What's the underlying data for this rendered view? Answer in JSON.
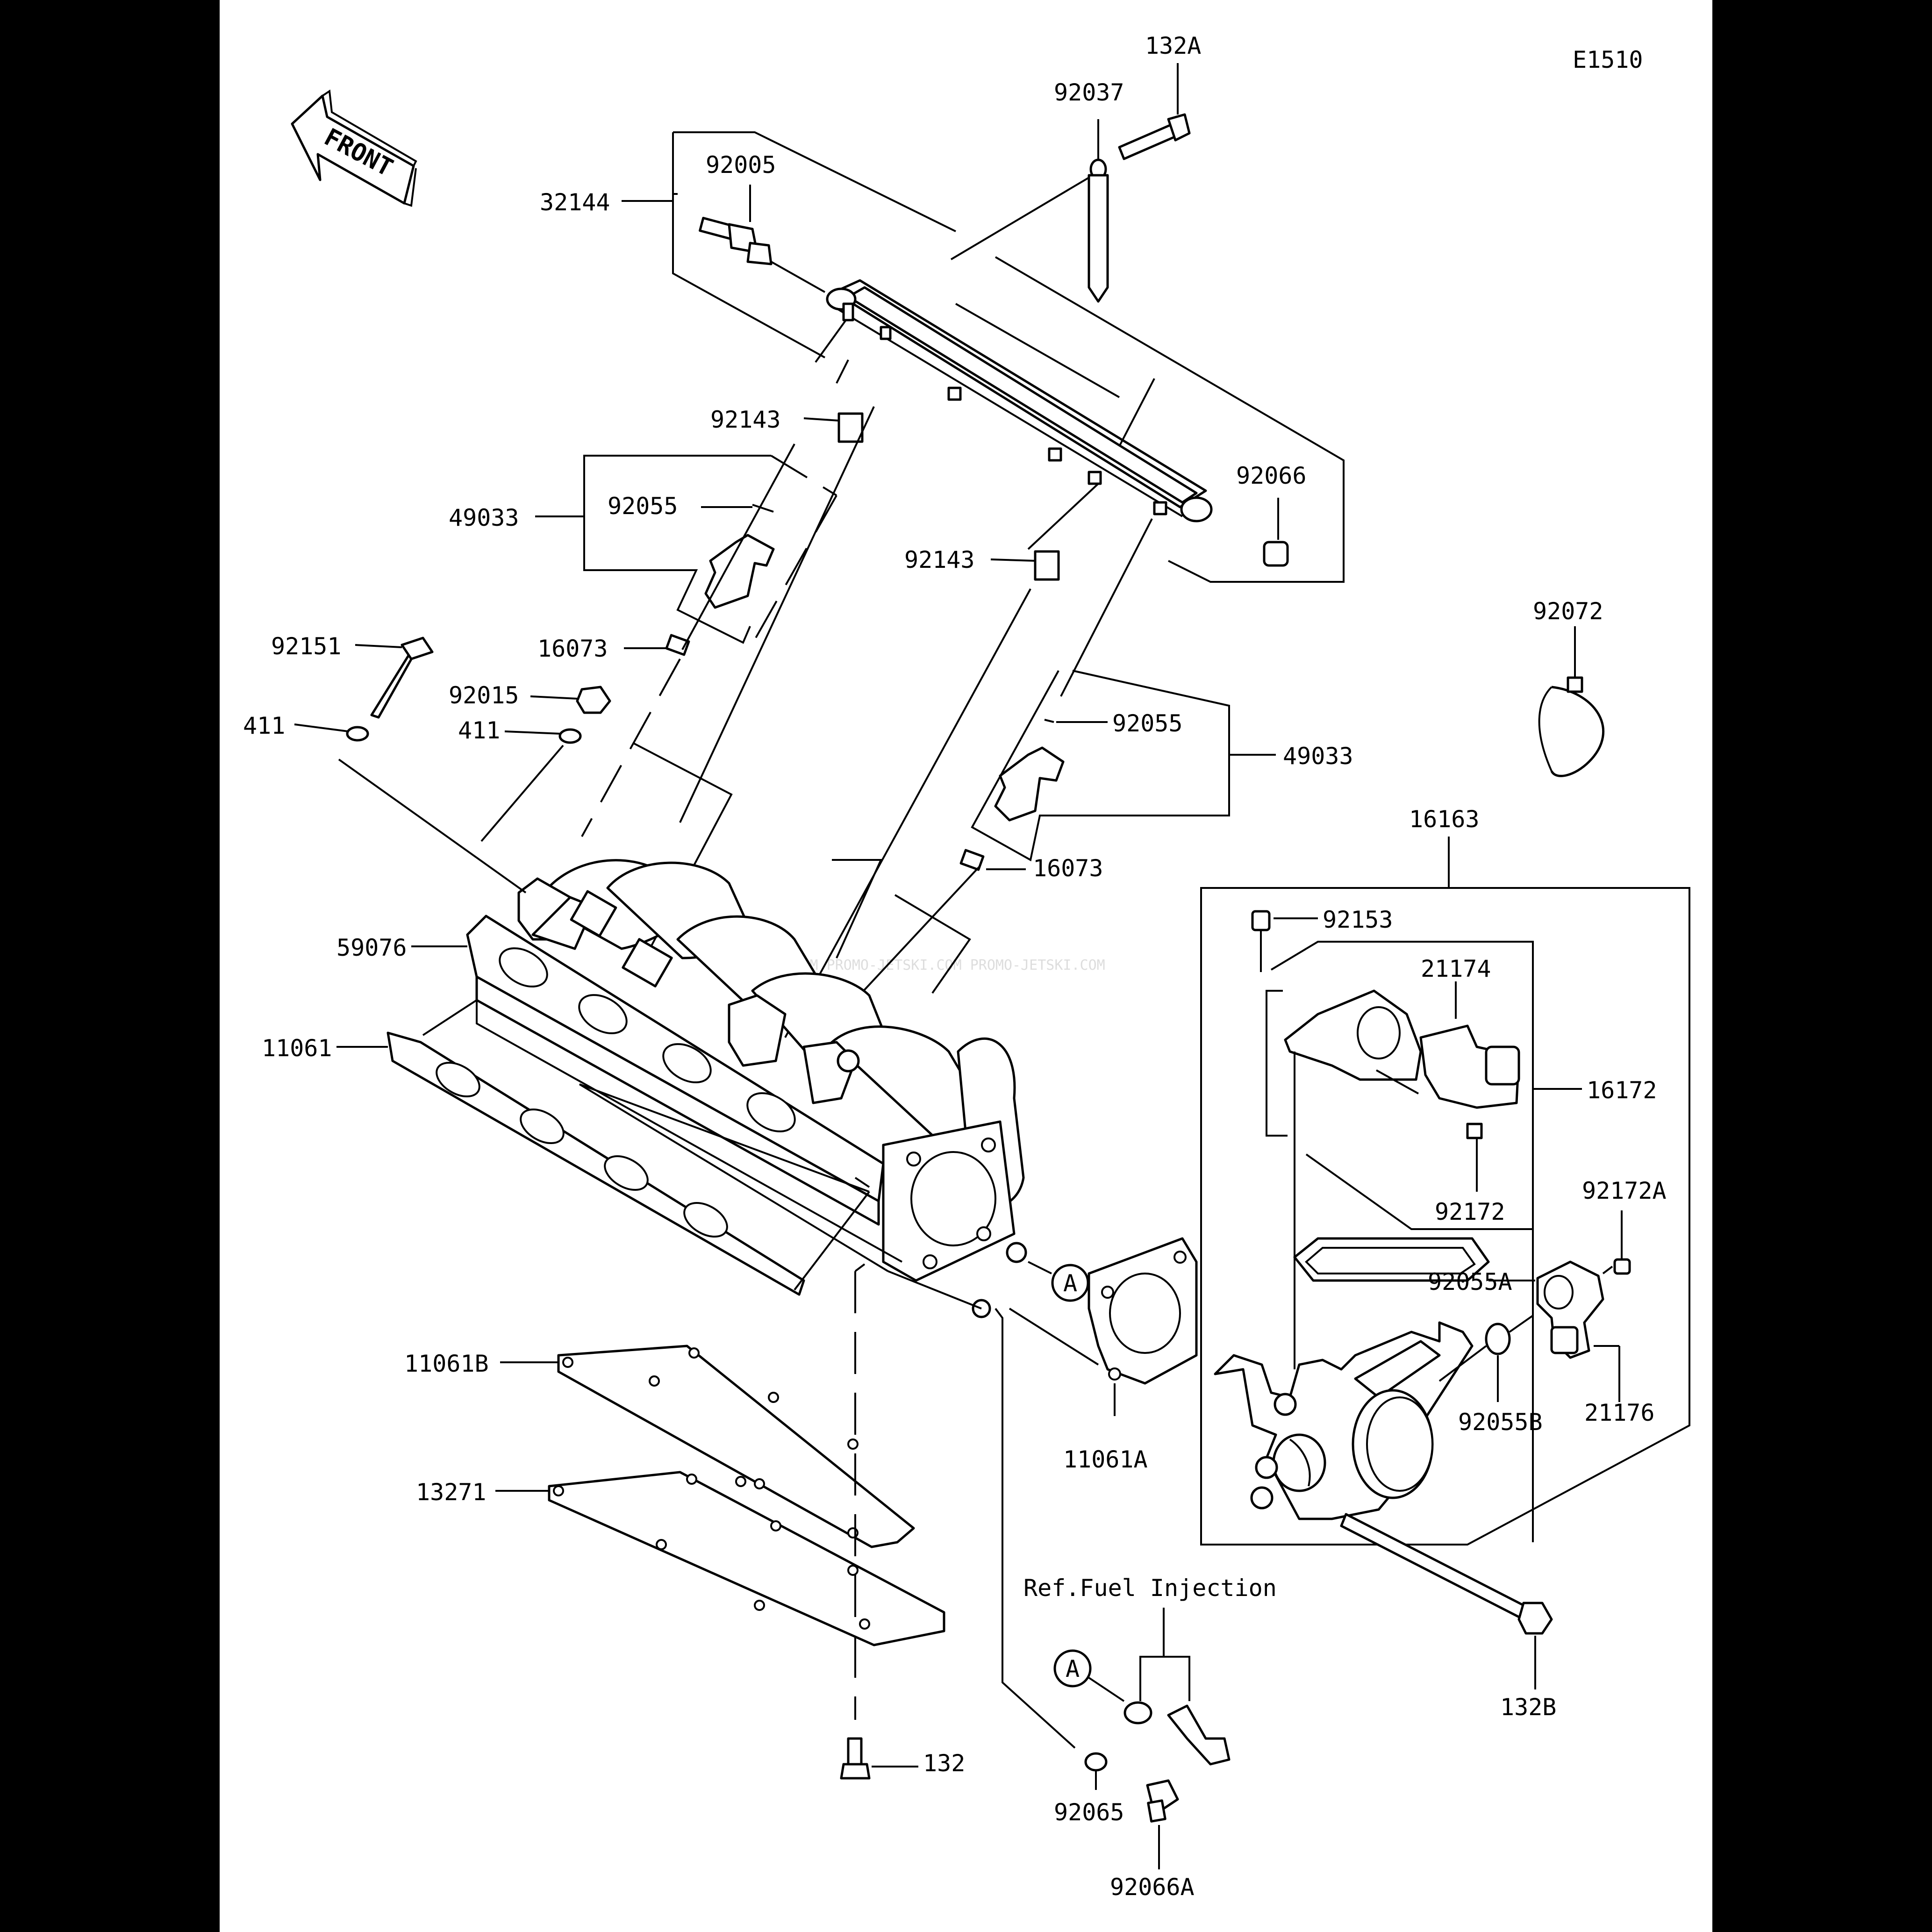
{
  "diagram_id": "E1510",
  "front_arrow_label": "FRONT",
  "watermark": "JETSKI.COM  PROMO-JETSKI.COM  PROMO-JETSKI.COM",
  "ref_note": "Ref.Fuel Injection",
  "callout_letter": "A",
  "parts": {
    "p132A": "132A",
    "p92037": "92037",
    "p92005": "92005",
    "p32144": "32144",
    "p92143_upper": "92143",
    "p92143_lower": "92143",
    "p92066": "92066",
    "p49033_left": "49033",
    "p49033_right": "49033",
    "p92055_left": "92055",
    "p92055_right": "92055",
    "p16073_left": "16073",
    "p16073_right": "16073",
    "p92151": "92151",
    "p92015": "92015",
    "p411_left": "411",
    "p411_right": "411",
    "p92072": "92072",
    "p16163": "16163",
    "p92153": "92153",
    "p21174": "21174",
    "p16172": "16172",
    "p92172": "92172",
    "p92172A": "92172A",
    "p92055A": "92055A",
    "p21176": "21176",
    "p92055B": "92055B",
    "p59076": "59076",
    "p11061": "11061",
    "p11061A": "11061A",
    "p11061B": "11061B",
    "p13271": "13271",
    "p132": "132",
    "p132B": "132B",
    "p92065": "92065",
    "p92066A": "92066A"
  }
}
